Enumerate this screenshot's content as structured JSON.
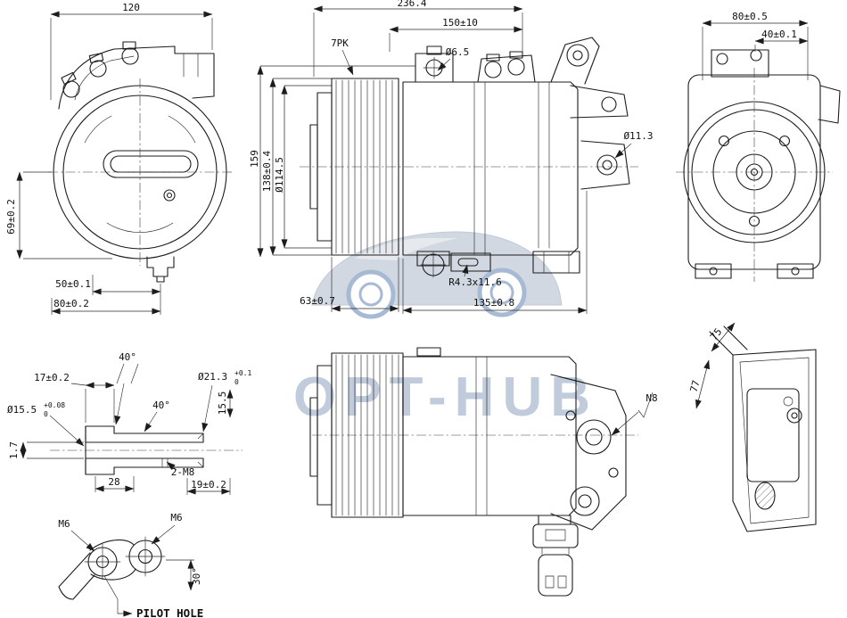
{
  "watermark": {
    "text": "OPT-HUB",
    "color": "#b6c3d6"
  },
  "front_view": {
    "dim_width_top": "120",
    "dim_height_left": "69±0.2",
    "dim_bottom_inner": "50±0.1",
    "dim_bottom_outer": "80±0.2"
  },
  "side_view": {
    "dim_overall_length": "236.4",
    "dim_body_length": "150±10",
    "dim_hole": "Ø6.5",
    "belt_type": "7PK",
    "dim_height": "159",
    "dim_pulley_od": "138±0.4",
    "dim_pulley_pitch": "Ø114.5",
    "dim_pulley_width": "63±0.7",
    "dim_slot": "R4.3x11.6",
    "dim_mount_length": "135±0.8",
    "dim_ear_hole": "Ø11.3"
  },
  "rear_view": {
    "dim_width": "80±0.5",
    "dim_offset": "40±0.1"
  },
  "section_view": {
    "angle_top": "40°",
    "dim_flange": "17±0.2",
    "bore_large": "Ø21.3",
    "bore_large_tol_upper": "+0.1",
    "bore_large_tol_lower": "0",
    "dim_depth": "15.5",
    "bore_small": "Ø15.5",
    "bore_small_tol_upper": "+0.08",
    "bore_small_tol_lower": "0",
    "angle_chamfer": "40°",
    "dim_wall": "1.7",
    "dim_length_28": "28",
    "thread_callout": "2-M8",
    "dim_length_19": "19±0.2"
  },
  "detail_view": {
    "surface_finish": "N8"
  },
  "bracket_view": {
    "dim_75": "75",
    "dim_77": "77"
  },
  "pilot_view": {
    "thread_left": "M6",
    "thread_right": "M6",
    "angle": "30°",
    "note": "PILOT HOLE"
  }
}
